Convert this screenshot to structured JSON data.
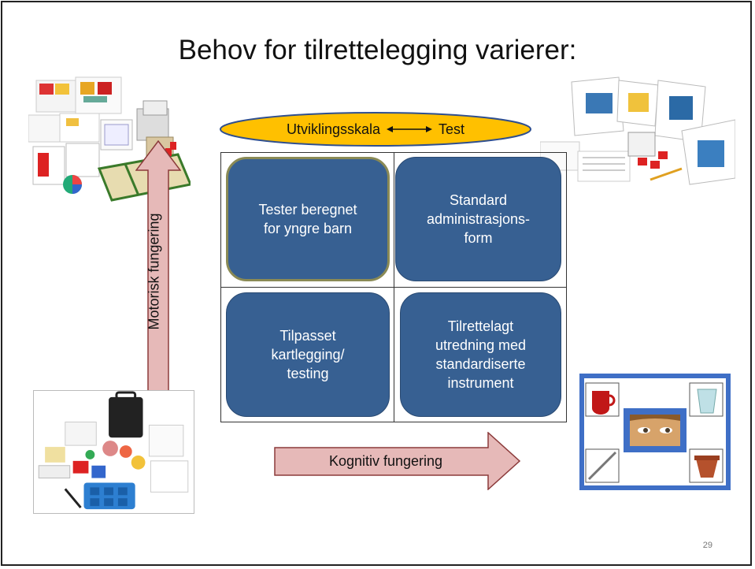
{
  "slide": {
    "title": "Behov for tilrettelegging varierer:",
    "page_number": "29"
  },
  "scale": {
    "left_label": "Utviklingsskala",
    "right_label": "Test",
    "fill_color": "#ffc000",
    "border_color": "#2f4f8f"
  },
  "quadrants": {
    "top_left": "Tester beregnet\nfor yngre barn",
    "top_right": "Standard\nadministrasjons-\nform",
    "bottom_left": "Tilpasset\nkartlegging/\ntesting",
    "bottom_right": "Tilrettelagt\nutredning med\nstandardiserte\ninstrument"
  },
  "axes": {
    "vertical_label": "Motorisk fungering",
    "horizontal_label": "Kognitiv fungering",
    "arrow_fill": "#e6b9b8",
    "arrow_stroke": "#8b3a3a"
  },
  "colors": {
    "box_fill": "#376092"
  }
}
